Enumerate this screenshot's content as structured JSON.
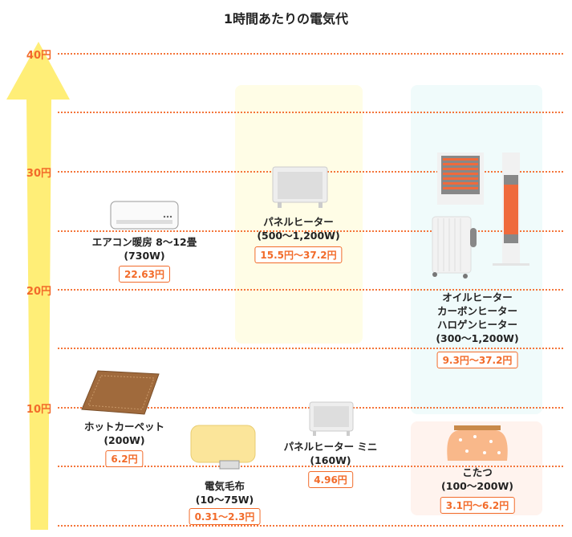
{
  "title": "1時間あたりの電気代",
  "axis": {
    "labels": [
      "40円",
      "30円",
      "20円",
      "10円"
    ],
    "max": 40,
    "min": 0,
    "step": 5
  },
  "colors": {
    "accent": "#F26B2A",
    "arrow": "#FFEE77",
    "panel_bg": "#FFFDE6",
    "cyan_bg": "#F0FBFB",
    "pink_bg": "#FFF3EE"
  },
  "items": [
    {
      "name": "エアコン暖房 8〜12畳",
      "watt": "(730W)",
      "cost": "22.63円"
    },
    {
      "name": "パネルヒーター",
      "watt": "(500〜1,200W)",
      "cost": "15.5円〜37.2円"
    },
    {
      "name": [
        "オイルヒーター",
        "カーボンヒーター",
        "ハロゲンヒーター"
      ],
      "watt": "(300〜1,200W)",
      "cost": "9.3円〜37.2円"
    },
    {
      "name": "ホットカーペット",
      "watt": "(200W)",
      "cost": "6.2円"
    },
    {
      "name": "電気毛布",
      "watt": "(10〜75W)",
      "cost": "0.31〜2.3円"
    },
    {
      "name": "パネルヒーター ミニ",
      "watt": "(160W)",
      "cost": "4.96円"
    },
    {
      "name": "こたつ",
      "watt": "(100〜200W)",
      "cost": "3.1円〜6.2円"
    }
  ]
}
